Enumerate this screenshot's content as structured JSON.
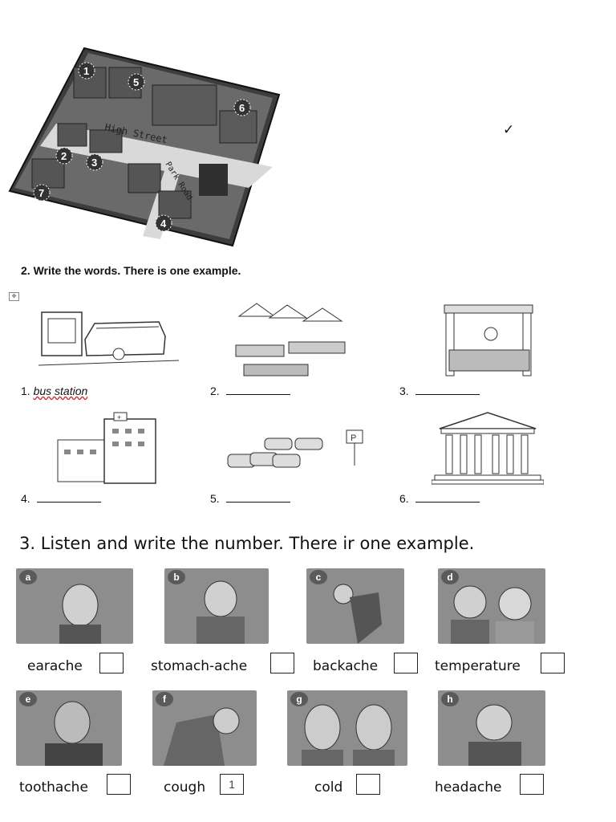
{
  "map": {
    "street_labels": [
      "High Street",
      "Park Road"
    ],
    "markers": [
      "1",
      "2",
      "3",
      "4",
      "5",
      "6",
      "7"
    ]
  },
  "checkmark": "✓",
  "section2": {
    "title": "2. Write the words. There is one example.",
    "anchor_icon": "move-anchor-icon",
    "items": [
      {
        "number": "1.",
        "answer": "bus station",
        "icon": "bus-station-icon"
      },
      {
        "number": "2.",
        "answer": "",
        "icon": "market-icon"
      },
      {
        "number": "3.",
        "answer": "",
        "icon": "shop-stall-icon"
      },
      {
        "number": "4.",
        "answer": "",
        "icon": "hospital-icon"
      },
      {
        "number": "5.",
        "answer": "",
        "icon": "car-park-icon"
      },
      {
        "number": "6.",
        "answer": "",
        "icon": "museum-icon"
      }
    ]
  },
  "section3": {
    "title": "3. Listen and write the number. There ir one example.",
    "items": [
      {
        "letter": "a",
        "label": "earache",
        "box": ""
      },
      {
        "letter": "b",
        "label": "stomach-ache",
        "box": ""
      },
      {
        "letter": "c",
        "label": "backache",
        "box": ""
      },
      {
        "letter": "d",
        "label": "temperature",
        "box": ""
      },
      {
        "letter": "e",
        "label": "toothache",
        "box": ""
      },
      {
        "letter": "f",
        "label": "cough",
        "box": "1"
      },
      {
        "letter": "g",
        "label": "cold",
        "box": ""
      },
      {
        "letter": "h",
        "label": "headache",
        "box": ""
      }
    ]
  }
}
